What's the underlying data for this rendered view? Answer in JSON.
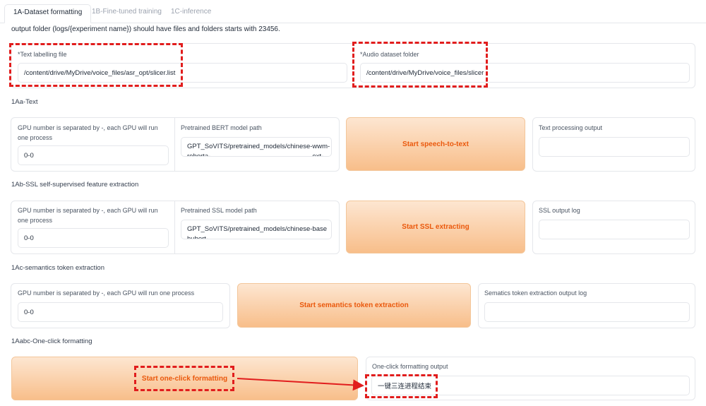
{
  "tabs": [
    {
      "label": "1A-Dataset formatting",
      "active": true
    },
    {
      "label": "1B-Fine-tuned training",
      "active": false
    },
    {
      "label": "1C-inference",
      "active": false
    }
  ],
  "intro_text": "output folder (logs/{experiment name}) should have files and folders starts with 23456.",
  "top": {
    "text_label_file": {
      "label": "*Text labelling file",
      "value": "/content/drive/MyDrive/voice_files/asr_opt/slicer.list"
    },
    "audio_folder": {
      "label": "*Audio dataset folder",
      "value": "/content/drive/MyDrive/voice_files/slicer"
    }
  },
  "s1aa": {
    "title": "1Aa-Text",
    "gpu_label": "GPU number is separated by -, each GPU will run one process",
    "gpu_value": "0-0",
    "bert_label": "Pretrained BERT model path",
    "bert_value_line1": "GPT_SoVITS/pretrained_models/chinese-roberta-",
    "bert_value_line2": "wwm-ext-large",
    "button": "Start speech-to-text",
    "output_label": "Text processing output",
    "output_value": ""
  },
  "s1ab": {
    "title": "1Ab-SSL self-supervised feature extraction",
    "gpu_label": "GPU number is separated by -, each GPU will run one process",
    "gpu_value": "0-0",
    "ssl_label": "Pretrained SSL model path",
    "ssl_value_line1": "GPT_SoVITS/pretrained_models/chinese-hubert-",
    "ssl_value_line2": "base",
    "button": "Start SSL extracting",
    "output_label": "SSL output log",
    "output_value": ""
  },
  "s1ac": {
    "title": "1Ac-semantics token extraction",
    "gpu_label": "GPU number is separated by -, each GPU will run one process",
    "gpu_value": "0-0",
    "button": "Start semantics token extraction",
    "output_label": "Sematics token extraction output log",
    "output_value": ""
  },
  "s1aabc": {
    "title": "1Aabc-One-click formatting",
    "button": "Start one-click formatting",
    "output_label": "One-click formatting output",
    "output_value": "一键三连进程结束"
  },
  "colors": {
    "accent_text": "#ea580c",
    "button_gradient_top": "#fde6d1",
    "button_gradient_bottom": "#f8be8a",
    "annotation_red": "#e11d1d"
  }
}
